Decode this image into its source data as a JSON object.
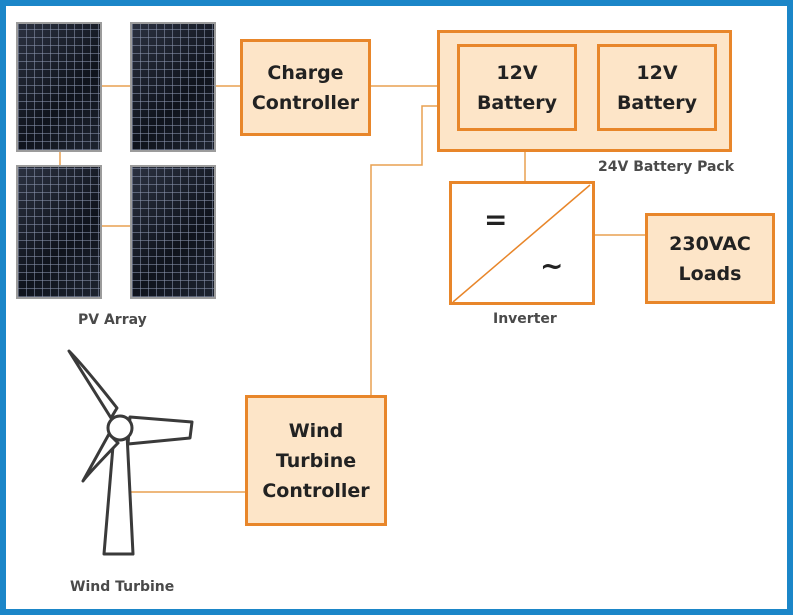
{
  "colors": {
    "frame": "#1b86c8",
    "box_fill": "#fde5c8",
    "box_border": "#e8862a",
    "wire": "#e8a050",
    "label_text": "#4a4a4a"
  },
  "pv_array": {
    "label": "PV Array"
  },
  "charge_controller": {
    "line1": "Charge",
    "line2": "Controller"
  },
  "battery_pack": {
    "label": "24V Battery Pack",
    "battery1": {
      "line1": "12V",
      "line2": "Battery"
    },
    "battery2": {
      "line1": "12V",
      "line2": "Battery"
    }
  },
  "inverter": {
    "label": "Inverter",
    "dc_symbol": "=",
    "ac_symbol": "~"
  },
  "loads": {
    "line1": "230VAC",
    "line2": "Loads"
  },
  "wind_controller": {
    "line1": "Wind",
    "line2": "Turbine",
    "line3": "Controller"
  },
  "wind_turbine": {
    "label": "Wind Turbine"
  },
  "icons": {
    "solar_panel": "solar-panel-icon",
    "wind_turbine": "wind-turbine-icon"
  }
}
